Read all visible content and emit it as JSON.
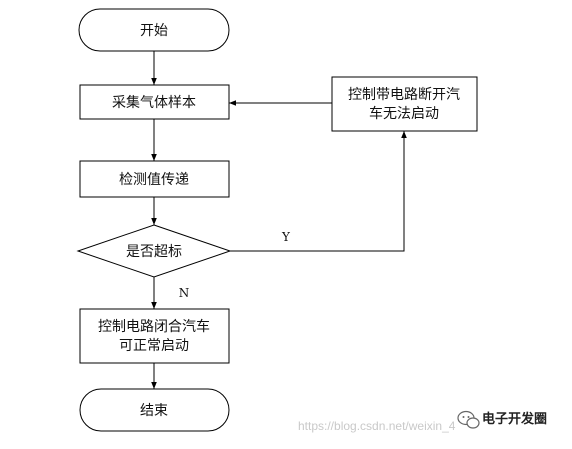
{
  "flowchart": {
    "start": "开始",
    "sample": "采集气体样本",
    "transfer": "检测值传递",
    "decision": "是否超标",
    "yes_label": "Y",
    "no_label": "N",
    "cutoff_line1": "控制带电路断开汽",
    "cutoff_line2": "车无法启动",
    "close_line1": "控制电路闭合汽车",
    "close_line2": "可正常启动",
    "end": "结束"
  },
  "watermark": {
    "url": "https://blog.csdn.net/weixin_4",
    "brand": "电子开发圈"
  },
  "colors": {
    "stroke": "#000000",
    "fill": "#ffffff",
    "text": "#111111",
    "watermark": "#c9c9c9"
  }
}
